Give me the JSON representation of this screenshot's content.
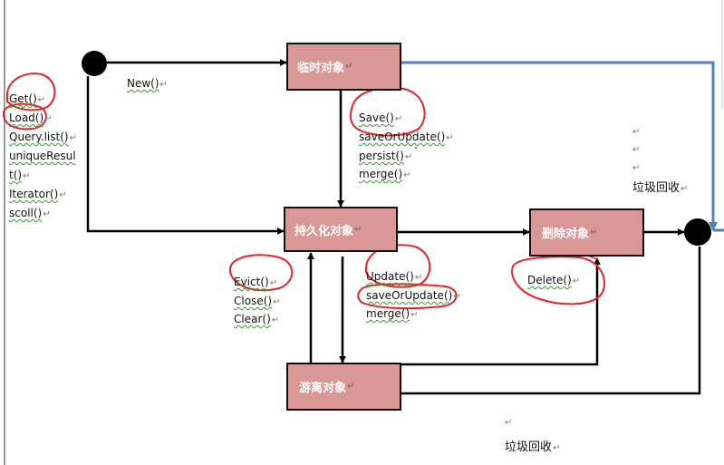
{
  "states": {
    "transient": "临时对象",
    "persistent": "持久化对象",
    "removed": "删除对象",
    "detached": "游离对象"
  },
  "transitions": {
    "new": "New()",
    "get_methods": [
      "Get()",
      "Load()",
      "Query.list()",
      "uniqueResul",
      "t()",
      "Iterator()",
      "scoll()"
    ],
    "save_methods": [
      "Save()",
      "saveOrUpdate()",
      "persist()",
      "merge()"
    ],
    "detach_methods": [
      "Evict()",
      "Close()",
      "Clear()"
    ],
    "reattach_methods": [
      "Update()",
      "saveOrUpdate()",
      "merge()"
    ],
    "delete_method": "Delete()"
  },
  "notes": {
    "gc_upper": "垃圾回收",
    "gc_lower": "垃圾回收"
  },
  "colors": {
    "state_fill": "#d99795",
    "gc_arrow": "#4f81bd",
    "annotation_circle": "#e8242a"
  }
}
